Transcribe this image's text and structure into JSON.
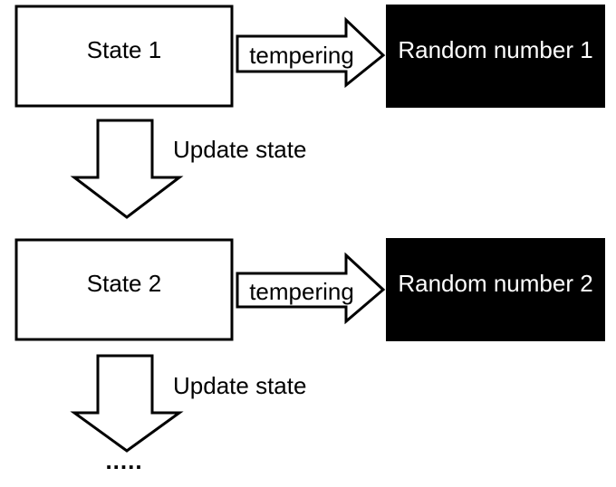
{
  "colors": {
    "background": "#ffffff",
    "stroke": "#000000",
    "state_box_fill": "#ffffff",
    "random_box_fill": "#000000",
    "random_text": "#ffffff",
    "text": "#000000"
  },
  "states": [
    {
      "label": "State 1",
      "tempering_label": "tempering",
      "random_label": "Random number 1"
    },
    {
      "label": "State 2",
      "tempering_label": "tempering",
      "random_label": "Random number 2"
    }
  ],
  "updates": [
    {
      "label": "Update state"
    },
    {
      "label": "Update state"
    }
  ],
  "continuation": "....."
}
